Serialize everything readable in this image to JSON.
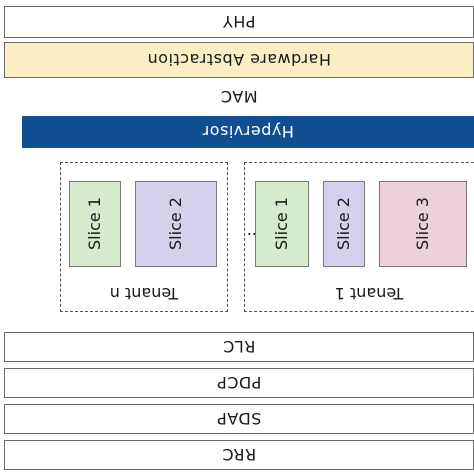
{
  "layers": {
    "rrc": "RRC",
    "sdap": "SDAP",
    "pdcp": "PDCP",
    "rlc": "RLC",
    "mac": "MAC",
    "hypervisor": "Hypervisor",
    "hardware_abstraction": "Hardware Abstraction",
    "phy": "PHY"
  },
  "tenants": [
    {
      "label": "Tenant 1",
      "slices": [
        {
          "label": "Slice 1",
          "color": "#d6ebcc"
        },
        {
          "label": "Slice 2",
          "color": "#d7d0ec"
        },
        {
          "label": "Slice 3",
          "color": "#ecd0db"
        }
      ]
    },
    {
      "label": "Tenant n",
      "slices": [
        {
          "label": "Slice 1",
          "color": "#d6ebcc"
        },
        {
          "label": "Slice 2",
          "color": "#d7d0ec"
        }
      ]
    }
  ],
  "ellipsis": "...",
  "colors": {
    "hypervisor_bg": "#0f4f91",
    "hardware_abstraction_bg": "#fbeec4"
  }
}
